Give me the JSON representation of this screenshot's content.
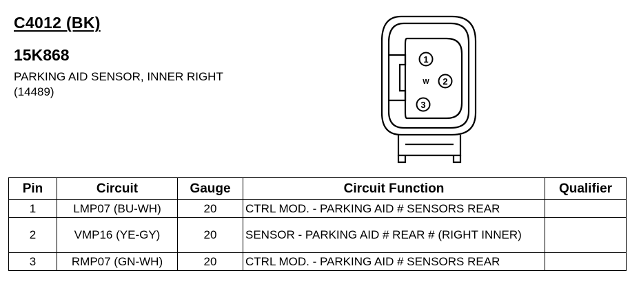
{
  "connector": {
    "id": "C4012 (BK)",
    "part_number": "15K868",
    "description": "PARKING AID SENSOR, INNER RIGHT",
    "reference": "(14489)"
  },
  "diagram": {
    "pin_labels": [
      "1",
      "2",
      "3"
    ],
    "key_mark": "W"
  },
  "table": {
    "headers": {
      "pin": "Pin",
      "circuit": "Circuit",
      "gauge": "Gauge",
      "function": "Circuit Function",
      "qualifier": "Qualifier"
    },
    "rows": [
      {
        "pin": "1",
        "circuit": "LMP07 (BU-WH)",
        "gauge": "20",
        "function": "CTRL MOD. - PARKING AID # SENSORS REAR",
        "qualifier": ""
      },
      {
        "pin": "2",
        "circuit": "VMP16 (YE-GY)",
        "gauge": "20",
        "function": "SENSOR - PARKING AID # REAR # (RIGHT INNER)",
        "qualifier": ""
      },
      {
        "pin": "3",
        "circuit": "RMP07 (GN-WH)",
        "gauge": "20",
        "function": "CTRL MOD. - PARKING AID # SENSORS REAR",
        "qualifier": ""
      }
    ]
  }
}
